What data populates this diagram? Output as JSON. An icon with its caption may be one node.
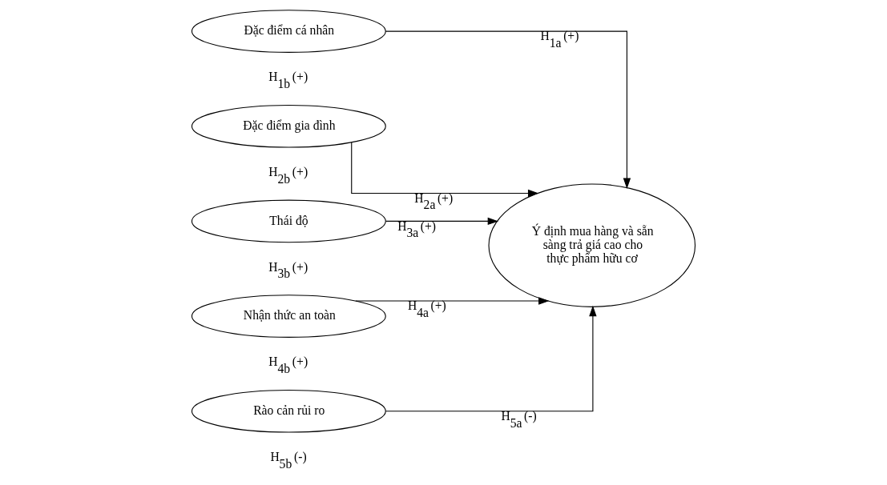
{
  "diagram": {
    "nodes": [
      {
        "text": [
          "Đặc điểm cá nhân"
        ]
      },
      {
        "text": [
          "Đặc điểm gia đình"
        ]
      },
      {
        "text": [
          "Thái độ"
        ]
      },
      {
        "text": [
          "Nhận thức an toàn"
        ]
      },
      {
        "text": [
          "Rào cản rủi ro"
        ]
      },
      {
        "text": [
          "Ý định mua hàng và sẵn sàng trả giá cao cho thực phẩm hữu cơ"
        ]
      }
    ],
    "edges": [
      {
        "from": 0,
        "to": 5,
        "arrow": "to",
        "label": "H$_{1a}$ (+)"
      },
      {
        "from": 1,
        "to": 5,
        "arrow": "to",
        "label": "H$_{2a}$ (+)"
      },
      {
        "from": 2,
        "to": 5,
        "arrow": "to",
        "label": "H$_{3a}$ (+)"
      },
      {
        "from": 3,
        "to": 5,
        "arrow": "to",
        "label": "H$_{4a}$ (+)"
      },
      {
        "from": 4,
        "to": 5,
        "arrow": "to",
        "label": "H$_{5a}$ (-)"
      }
    ],
    "labels": [
      "H$_{1b}$ (+)",
      "H$_{2b}$ (+)",
      "H$_{3b}$ (+)",
      "H$_{4b}$ (+)",
      "H$_{5b}$ (-)"
    ]
  }
}
